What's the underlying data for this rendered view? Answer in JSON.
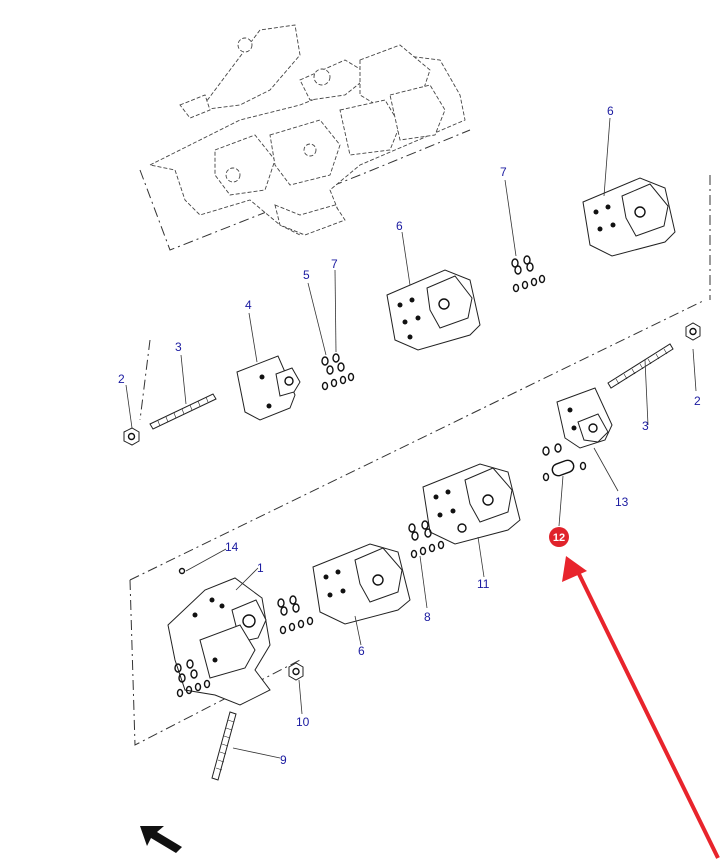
{
  "diagram": {
    "part_labels": {
      "p1": "1",
      "p2_left": "2",
      "p2_right": "2",
      "p3_left": "3",
      "p3_right": "3",
      "p4": "4",
      "p5": "5",
      "p6_top": "6",
      "p6_mid": "6",
      "p6_low": "6",
      "p7_top": "7",
      "p7_mid": "7",
      "p8": "8",
      "p9": "9",
      "p10": "10",
      "p11": "11",
      "p13": "13",
      "p14": "14"
    },
    "highlight": {
      "label": "12",
      "color": "#e0232b"
    },
    "arrow_color": "#e8242c",
    "label_color": "#1a1aa0"
  }
}
